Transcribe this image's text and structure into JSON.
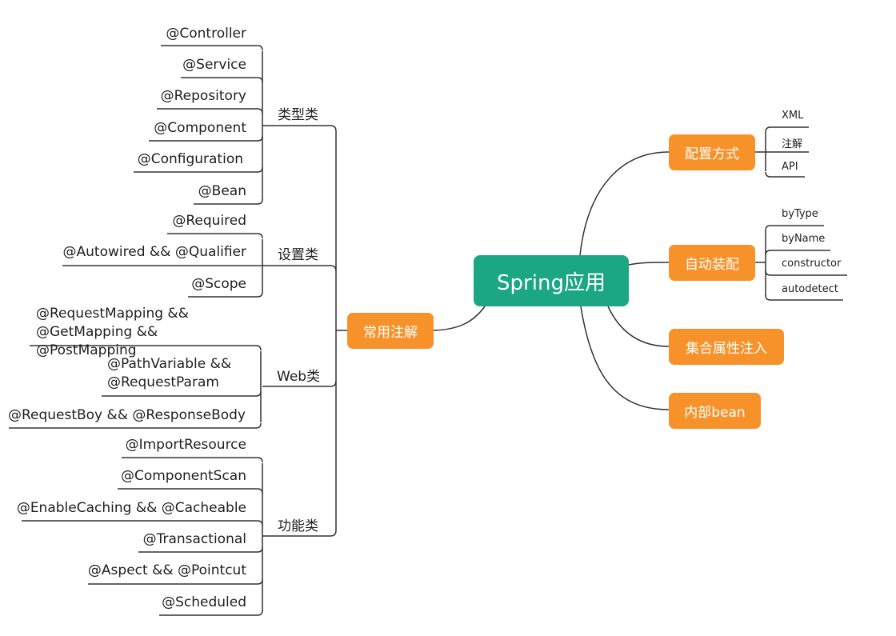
{
  "root": {
    "label": "Spring应用",
    "color": "#1BA784"
  },
  "branch_color": "#F7922A",
  "left_branch": {
    "label": "常用注解",
    "categories": [
      {
        "label": "类型类",
        "items": [
          "@Controller",
          "@Service",
          "@Repository",
          "@Component",
          "@Configuration",
          "@Bean"
        ]
      },
      {
        "label": "设置类",
        "items": [
          "@Required",
          "@Autowired && @Qualifier",
          "@Scope"
        ]
      },
      {
        "label": "Web类",
        "items": [
          "@RequestMapping && @GetMapping && @PostMapping",
          "@PathVariable && @RequestParam",
          "@RequestBoy && @ResponseBody"
        ]
      },
      {
        "label": "功能类",
        "items": [
          "@ImportResource",
          "@ComponentScan",
          "@EnableCaching && @Cacheable",
          "@Transactional",
          "@Aspect && @Pointcut",
          "@Scheduled"
        ]
      }
    ]
  },
  "right_branches": [
    {
      "label": "配置方式",
      "items": [
        "XML",
        "注解",
        "API"
      ]
    },
    {
      "label": "自动装配",
      "items": [
        "byType",
        "byName",
        "constructor",
        "autodetect"
      ]
    },
    {
      "label": "集合属性注入",
      "items": []
    },
    {
      "label": "内部bean",
      "items": []
    }
  ]
}
